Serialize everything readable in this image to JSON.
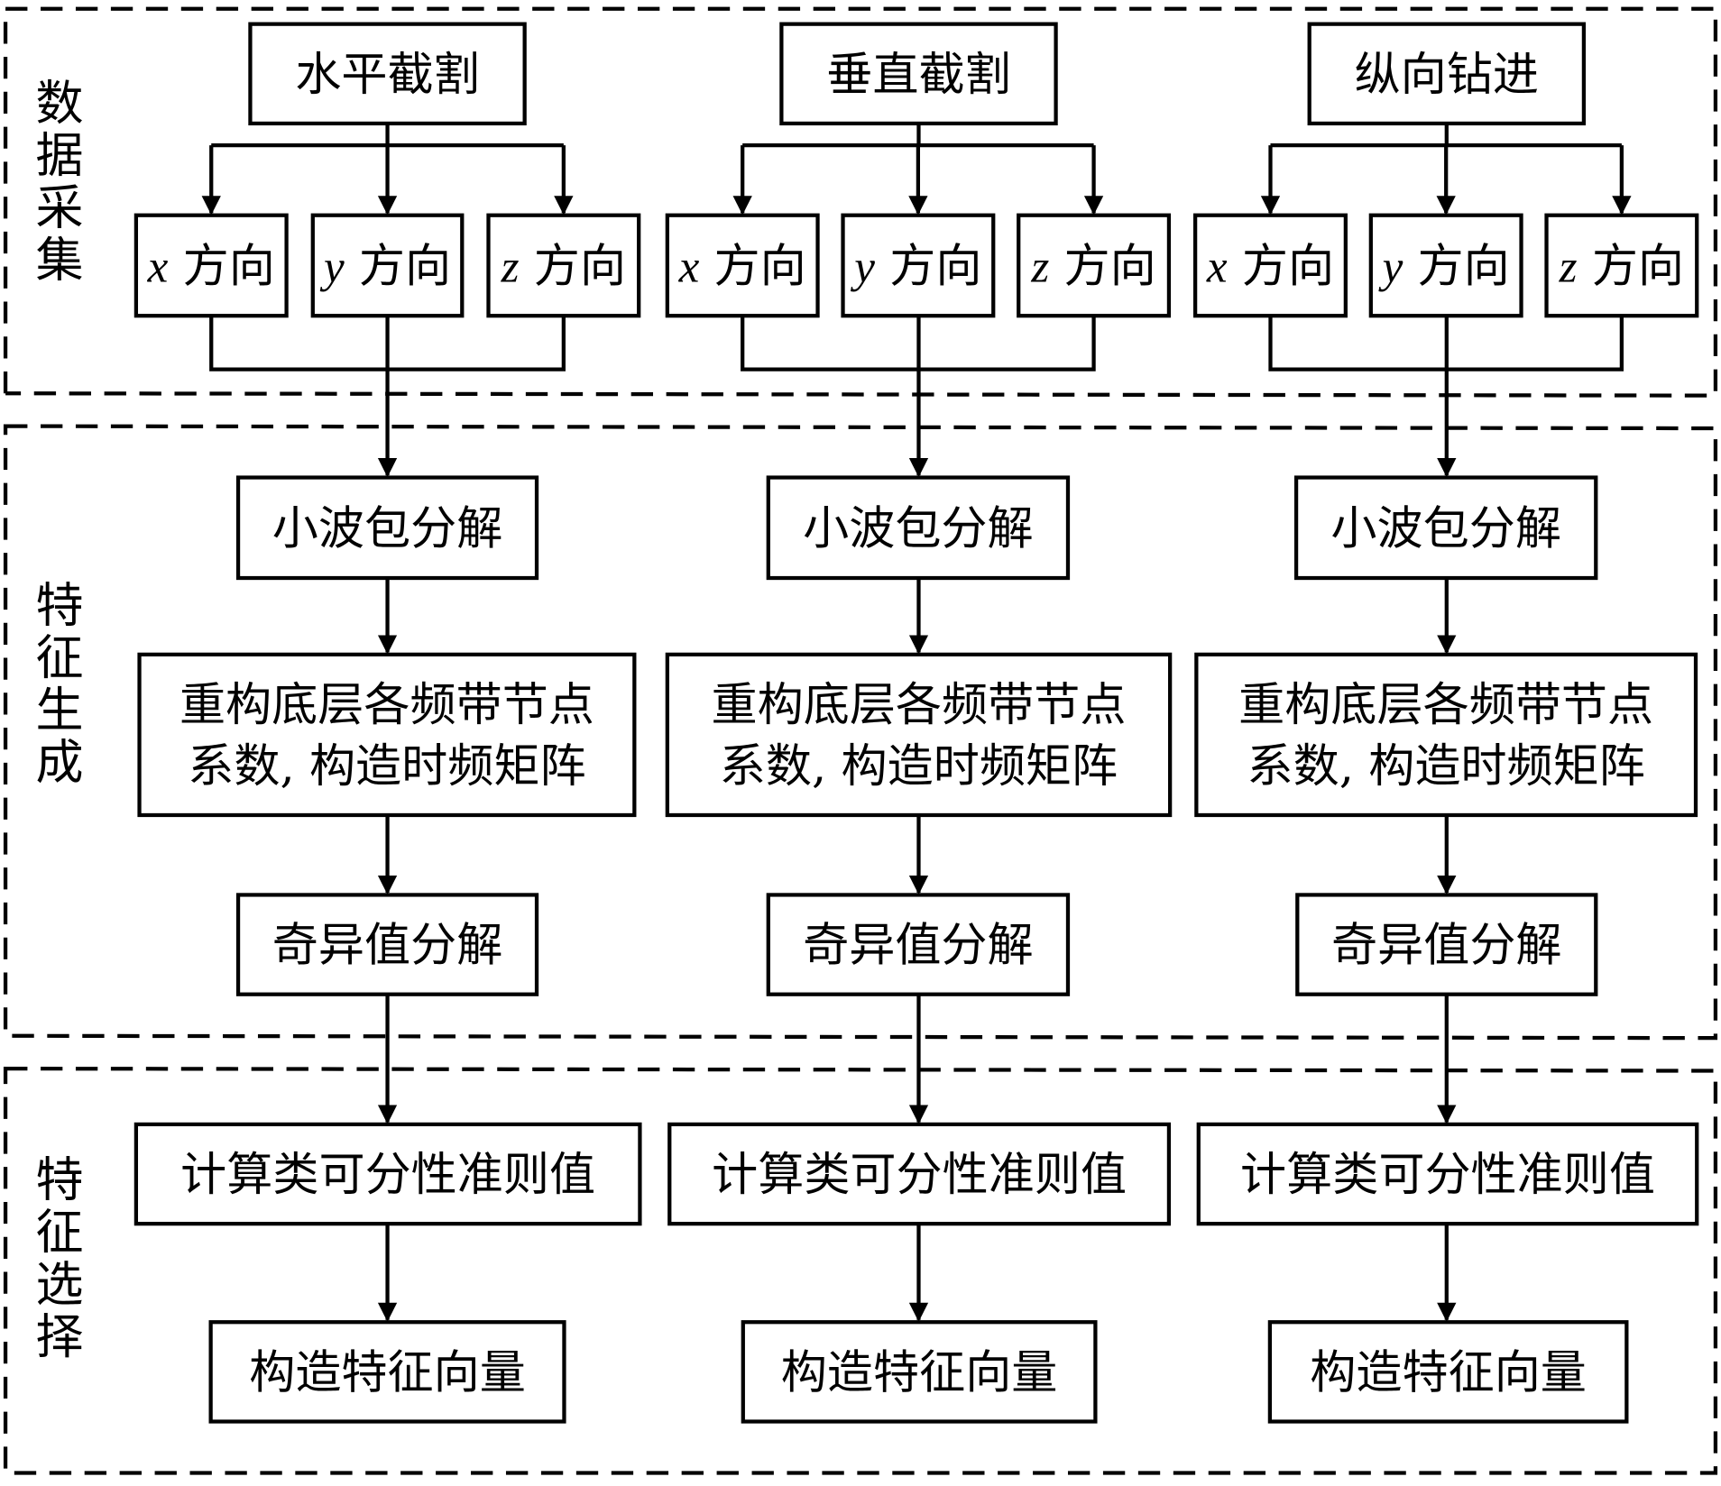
{
  "sections": [
    {
      "label": "数据采集"
    },
    {
      "label": "特征生成"
    },
    {
      "label": "特征选择"
    }
  ],
  "columns": [
    {
      "method": "水平截割"
    },
    {
      "method": "垂直截割"
    },
    {
      "method": "纵向钻进"
    }
  ],
  "directions": [
    {
      "axis": "x",
      "suffix": "方向"
    },
    {
      "axis": "y",
      "suffix": "方向"
    },
    {
      "axis": "z",
      "suffix": "方向"
    }
  ],
  "steps": {
    "wavelet": "小波包分解",
    "reconstruct_line1": "重构底层各频带节点",
    "reconstruct_line2": "系数, 构造时频矩阵",
    "svd": "奇异值分解",
    "separability": "计算类可分性准则值",
    "feature_vector": "构造特征向量"
  }
}
